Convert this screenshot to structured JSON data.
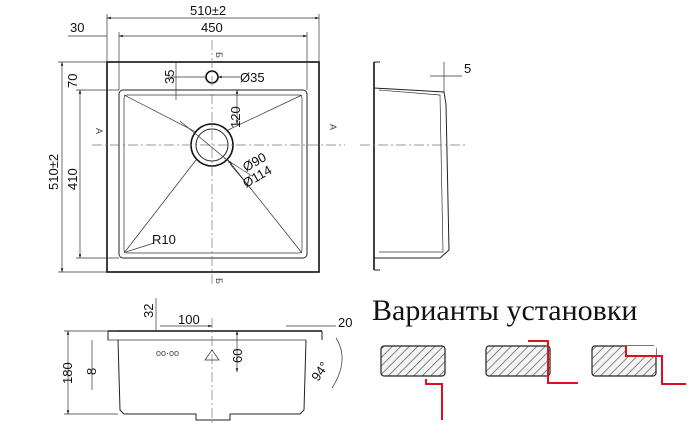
{
  "top_view": {
    "width_total": "510±2",
    "width_inner": "450",
    "margin_left": "30",
    "height_total": "510±2",
    "height_inner": "410",
    "margin_top": "70",
    "drain_offset": "35",
    "hole_diameter": "Ø35",
    "drain_distance": "120",
    "drain_diameter_inner": "Ø90",
    "drain_diameter_outer": "Ø114",
    "corner_radius": "R10",
    "section_mark_b": "Б",
    "section_mark_a": "А"
  },
  "side_view": {
    "rim_width": "5"
  },
  "front_view": {
    "height": "180",
    "rim": "8",
    "drain_offset": "32",
    "drain_width": "100",
    "depth_mark": "60",
    "flange": "20",
    "angle": "94°"
  },
  "install": {
    "title": "Варианты установки"
  }
}
